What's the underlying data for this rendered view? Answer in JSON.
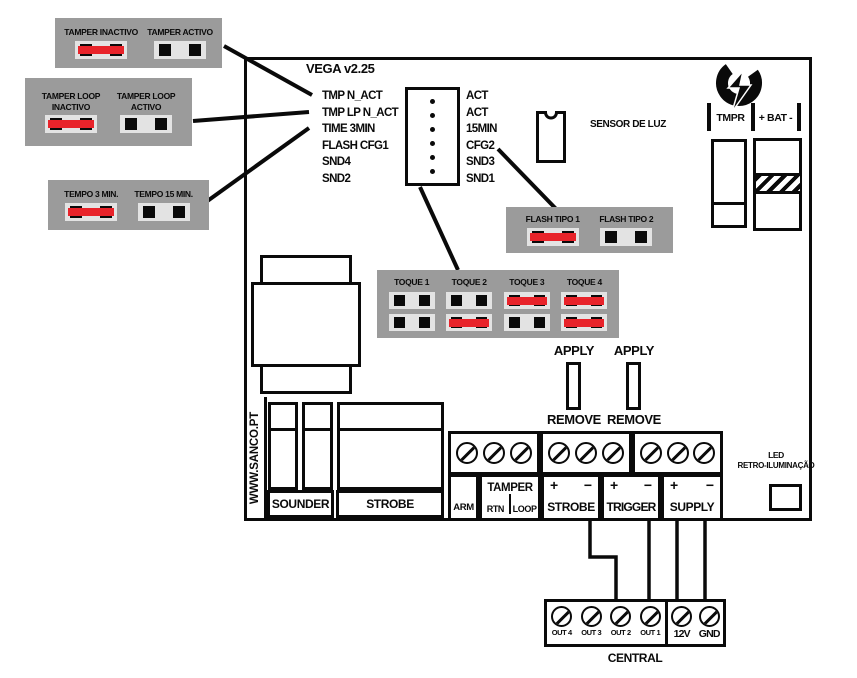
{
  "title": "VEGA v2.25",
  "website": "WWW.SANCO.PT",
  "colors": {
    "jumper_red": "#e8232a",
    "panel_gray": "#9b9b9b",
    "line_black": "#0a0a0a"
  },
  "legend_blocks": {
    "tamper": {
      "options": [
        {
          "label": "TAMPER INACTIVO",
          "state": "closed"
        },
        {
          "label": "TAMPER ACTIVO",
          "state": "open"
        }
      ]
    },
    "tamper_loop": {
      "options": [
        {
          "label": "TAMPER LOOP\nINACTIVO",
          "state": "closed"
        },
        {
          "label": "TAMPER LOOP\nACTIVO",
          "state": "open"
        }
      ]
    },
    "tempo": {
      "options": [
        {
          "label": "TEMPO 3 MIN.",
          "state": "closed"
        },
        {
          "label": "TEMPO 15 MIN.",
          "state": "open"
        }
      ]
    },
    "flash": {
      "options": [
        {
          "label": "FLASH TIPO 1",
          "state": "closed"
        },
        {
          "label": "FLASH TIPO 2",
          "state": "open"
        }
      ]
    }
  },
  "pin_header": {
    "left": [
      "TMP N_ACT",
      "TMP LP N_ACT",
      "TIME 3MIN",
      "FLASH CFG1",
      "SND4",
      "SND2"
    ],
    "right": [
      "ACT",
      "ACT",
      "15MIN",
      "CFG2",
      "SND3",
      "SND1"
    ]
  },
  "toque": {
    "columns": [
      {
        "label": "TOQUE 1",
        "top": "open",
        "bottom": "open"
      },
      {
        "label": "TOQUE 2",
        "top": "open",
        "bottom": "closed"
      },
      {
        "label": "TOQUE 3",
        "top": "closed",
        "bottom": "open"
      },
      {
        "label": "TOQUE 4",
        "top": "closed",
        "bottom": "closed"
      }
    ]
  },
  "sensor": {
    "label": "SENSOR DE LUZ"
  },
  "top_right": {
    "tamper_label": "TMPR",
    "battery_label": "+ BAT -"
  },
  "apply_remove": {
    "apply": "APPLY",
    "remove": "REMOVE"
  },
  "outputs": {
    "sounder": "SOUNDER",
    "strobe": "STROBE"
  },
  "terminals": {
    "arm": "ARM",
    "tamper": "TAMPER",
    "rtn": "RTN",
    "loop": "LOOP",
    "strobe": "STROBE",
    "trigger": "TRIGGER",
    "supply": "SUPPLY",
    "plus": "+",
    "minus": "−"
  },
  "led": {
    "line1": "LED",
    "line2": "RETRO-ILUMINAÇÃO"
  },
  "central": {
    "label": "CENTRAL",
    "outs": [
      "OUT 4",
      "OUT 3",
      "OUT 2",
      "OUT 1"
    ],
    "power": [
      "12V",
      "GND"
    ]
  }
}
